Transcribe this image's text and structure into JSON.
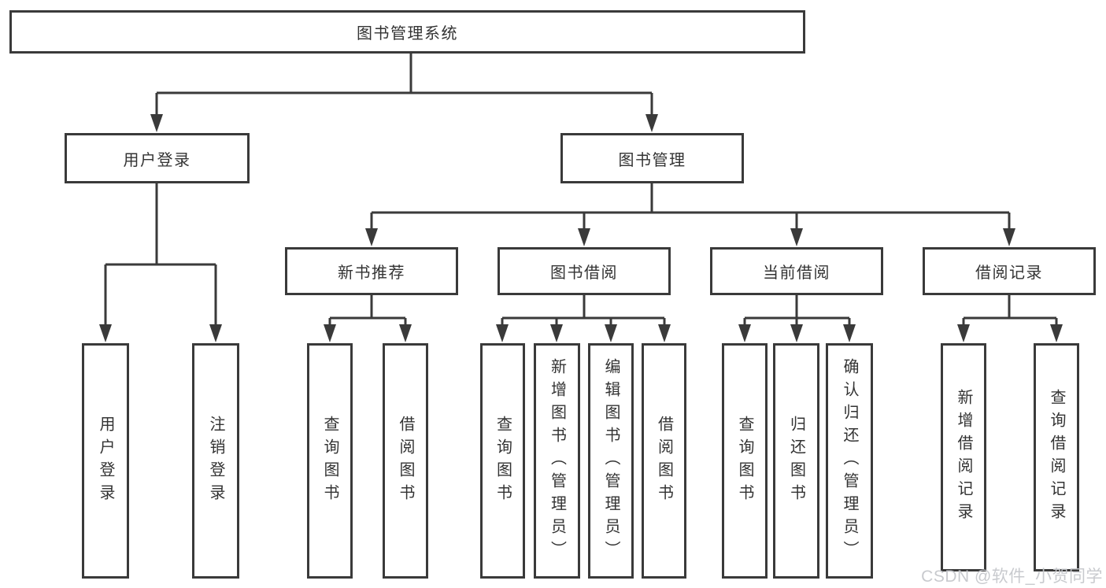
{
  "diagram": {
    "root": {
      "label": "图书管理系统"
    },
    "branches": [
      {
        "label": "用户登录",
        "children": [
          {
            "label": "用户登录"
          },
          {
            "label": "注销登录"
          }
        ]
      },
      {
        "label": "图书管理",
        "groups": [
          {
            "label": "新书推荐",
            "children": [
              {
                "label": "查询图书"
              },
              {
                "label": "借阅图书"
              }
            ]
          },
          {
            "label": "图书借阅",
            "children": [
              {
                "label": "查询图书"
              },
              {
                "label": "新增图书（管理员）"
              },
              {
                "label": "编辑图书（管理员）"
              },
              {
                "label": "借阅图书"
              }
            ]
          },
          {
            "label": "当前借阅",
            "children": [
              {
                "label": "查询图书"
              },
              {
                "label": "归还图书"
              },
              {
                "label": "确认归还（管理员）"
              }
            ]
          },
          {
            "label": "借阅记录",
            "children": [
              {
                "label": "新增借阅记录"
              },
              {
                "label": "查询借阅记录"
              }
            ]
          }
        ]
      }
    ],
    "colors": {
      "line": "#3a3a3a",
      "text": "#333333",
      "watermark": "#c6c8cc",
      "background": "#ffffff"
    }
  },
  "watermark": "CSDN @软件_小贺同学"
}
